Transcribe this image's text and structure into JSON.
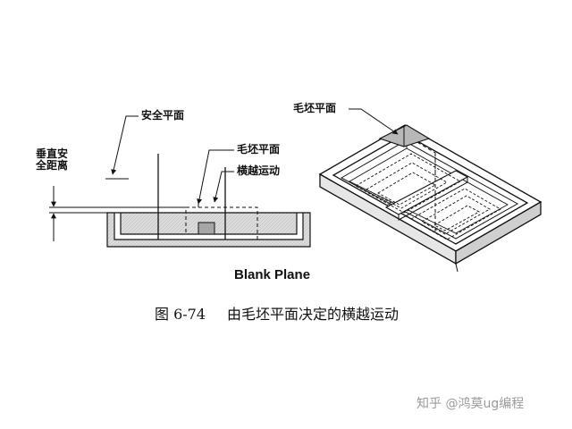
{
  "labels": {
    "safe_plane": "安全平面",
    "vertical_safe_distance": "垂直安全距离",
    "blank_plane_left": "毛坯平面",
    "traverse_move": "横越运动",
    "blank_plane_right": "毛坯平面"
  },
  "subtitle": "Blank Plane",
  "caption": {
    "figure_no": "图 6-74",
    "text": "由毛坯平面决定的横越运动"
  },
  "watermark": "知乎 @鸿莫ug编程",
  "colors": {
    "line": "#111111",
    "hatch": "#cfcfcf",
    "tool": "#a6a6a6"
  }
}
